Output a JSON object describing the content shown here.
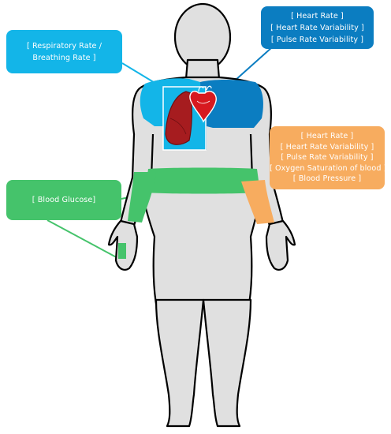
{
  "colors": {
    "respiratory": "#13b5e8",
    "heart": "#0b7dc1",
    "wrist": "#f7ac5f",
    "glucose": "#45c36b",
    "body": "#e0e0e0",
    "outline": "#000000",
    "lung": "#a61c1f",
    "heart_organ": "#d7191f"
  },
  "icons": [
    "human-silhouette",
    "lungs-icon",
    "heart-icon"
  ],
  "callouts": {
    "respiratory": {
      "lines": [
        "[ Respiratory Rate /",
        "Breathing Rate ]"
      ]
    },
    "heart": {
      "lines": [
        "[ Heart Rate ]",
        "[ Heart Rate Variability ]",
        "[ Pulse Rate Variability ]"
      ]
    },
    "wrist": {
      "lines": [
        "[ Heart Rate ]",
        "[ Heart Rate Variability ]",
        "[ Pulse Rate Variability ]",
        "[ Oxygen Saturation of blood ]",
        "[ Blood Pressure ]"
      ]
    },
    "glucose": {
      "lines": [
        "[ Blood Glucose]"
      ]
    }
  }
}
